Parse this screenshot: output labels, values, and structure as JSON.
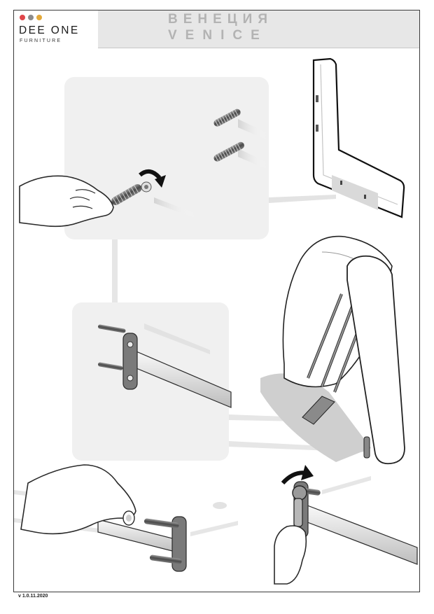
{
  "header": {
    "brand": "DEE ONE",
    "subbrand": "FURNITURE",
    "title_ru": "ВЕНЕЦИЯ",
    "title_en": "VENICE",
    "dot_colors": [
      "#e0464a",
      "#8c8c8c",
      "#e3a93a"
    ]
  },
  "footer": {
    "version": "v 1.0.11.2020"
  },
  "colors": {
    "panel": "#f0f0f0",
    "line": "#2a2a2a",
    "metal": "#6e6e6e",
    "arrow": "#111111"
  },
  "icons": [
    "rotate-arrow-icon",
    "rotate-arrow-icon"
  ]
}
